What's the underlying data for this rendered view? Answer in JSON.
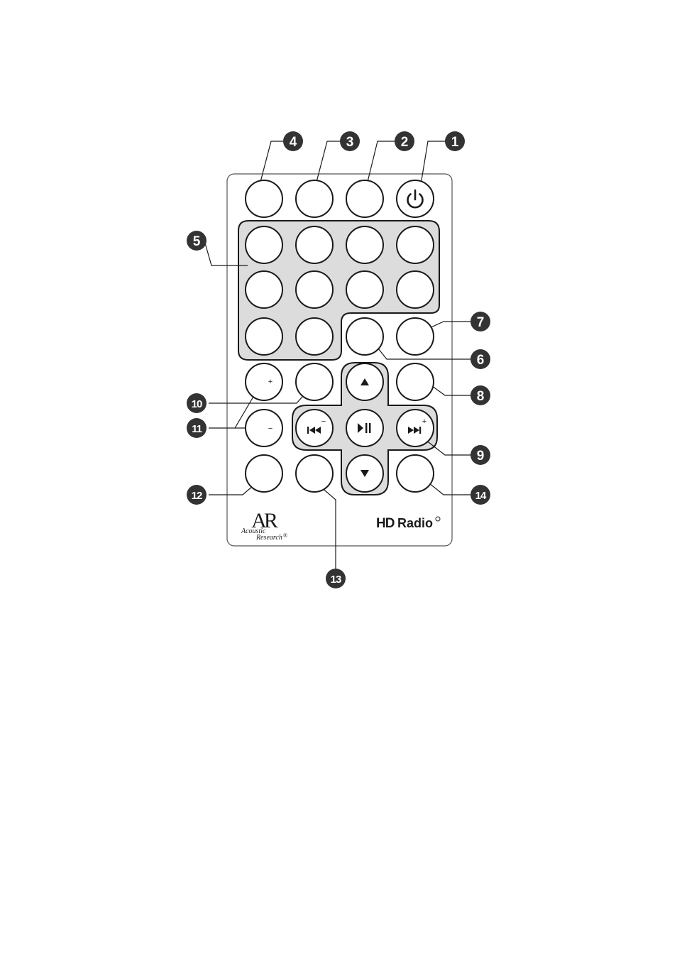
{
  "callouts": [
    "1",
    "2",
    "3",
    "4",
    "5",
    "6",
    "7",
    "8",
    "9",
    "10",
    "11",
    "12",
    "13",
    "14"
  ],
  "keypad_signs": {
    "vol_plus": "+",
    "vol_minus": "−",
    "skip_back_minus": "−",
    "skip_fwd_plus": "+"
  },
  "icons": {
    "power": "power-icon",
    "up": "triangle-up-icon",
    "down": "triangle-down-icon",
    "play_pause": "play-pause-icon",
    "prev": "skip-back-icon",
    "next": "skip-forward-icon"
  },
  "branding": {
    "ar_monogram": "AR",
    "ar_line1": "Acoustic",
    "ar_line2": "Research",
    "ar_reg": "®",
    "hd_logo": "HD",
    "hd_text": "Radio"
  },
  "colors": {
    "outline": "#1a1a1a",
    "panel_fill": "#dcdcdc",
    "callout_fill": "#333333",
    "callout_text": "#ffffff",
    "body_stroke": "#555555"
  }
}
